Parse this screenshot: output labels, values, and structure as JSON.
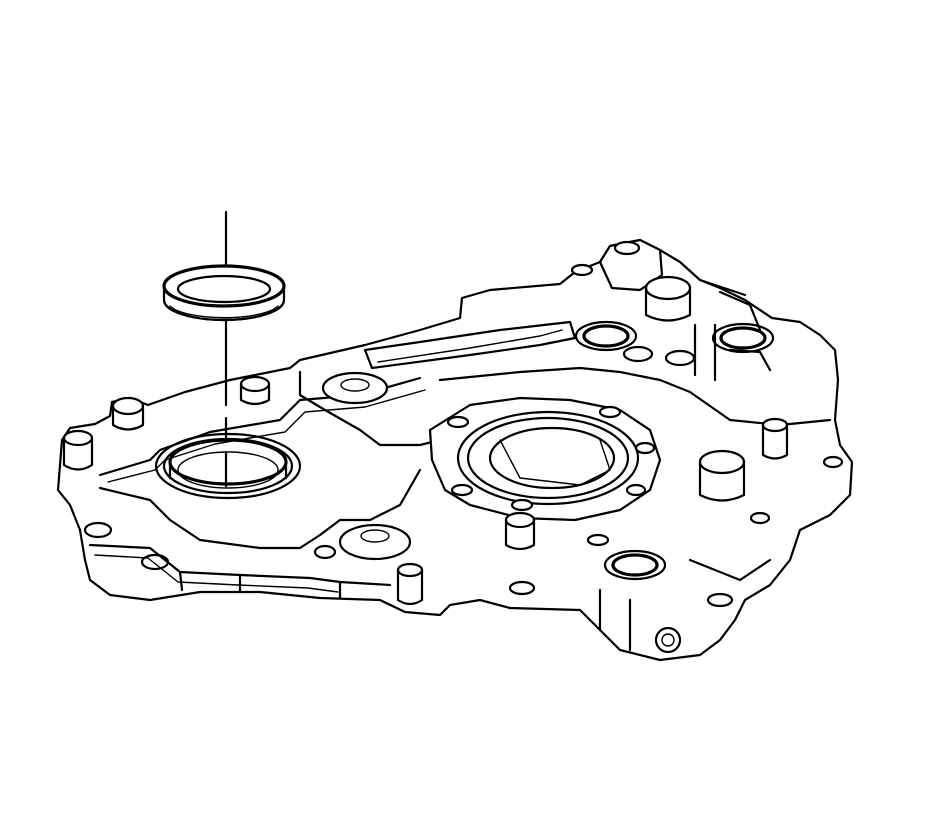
{
  "figure": {
    "background": "#ffffff",
    "line_color": "#000000",
    "parts": [
      {
        "id": "front-cover-oil-seal",
        "kind": "seal-ring"
      },
      {
        "id": "engine-front-cover",
        "kind": "housing"
      }
    ],
    "callout": {
      "kind": "installation-guide-line",
      "style": "dashed-vertical"
    }
  }
}
